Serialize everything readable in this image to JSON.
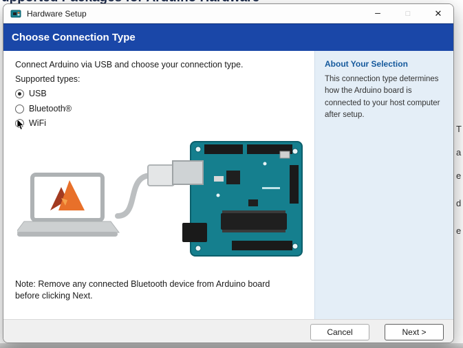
{
  "background": {
    "clipped_heading": "upported Packages for Arduino Hardware",
    "edge_letters": [
      "T",
      "a",
      "e",
      "d",
      "e"
    ]
  },
  "window": {
    "title": "Hardware Setup",
    "controls": {
      "minimize": "–",
      "maximize": "□",
      "close": "✕"
    }
  },
  "header": {
    "title": "Choose Connection Type"
  },
  "main": {
    "intro": "Connect Arduino via USB and choose your connection type.",
    "supported_label": "Supported types:",
    "options": [
      {
        "label": "USB",
        "selected": true
      },
      {
        "label": "Bluetooth®",
        "selected": false
      },
      {
        "label": "WiFi",
        "selected": false
      }
    ],
    "note": "Note: Remove any connected Bluetooth device from Arduino board before clicking Next."
  },
  "sidebar": {
    "title": "About Your Selection",
    "body": "This connection type determines how the Arduino board is connected to your host computer after setup."
  },
  "footer": {
    "cancel": "Cancel",
    "next": "Next >"
  },
  "colors": {
    "header_bg": "#1a47a8",
    "sidebar_bg": "#e4eef7",
    "sidebar_heading": "#15599c",
    "board_teal": "#157f8e",
    "matlab_orange": "#e8702a"
  }
}
